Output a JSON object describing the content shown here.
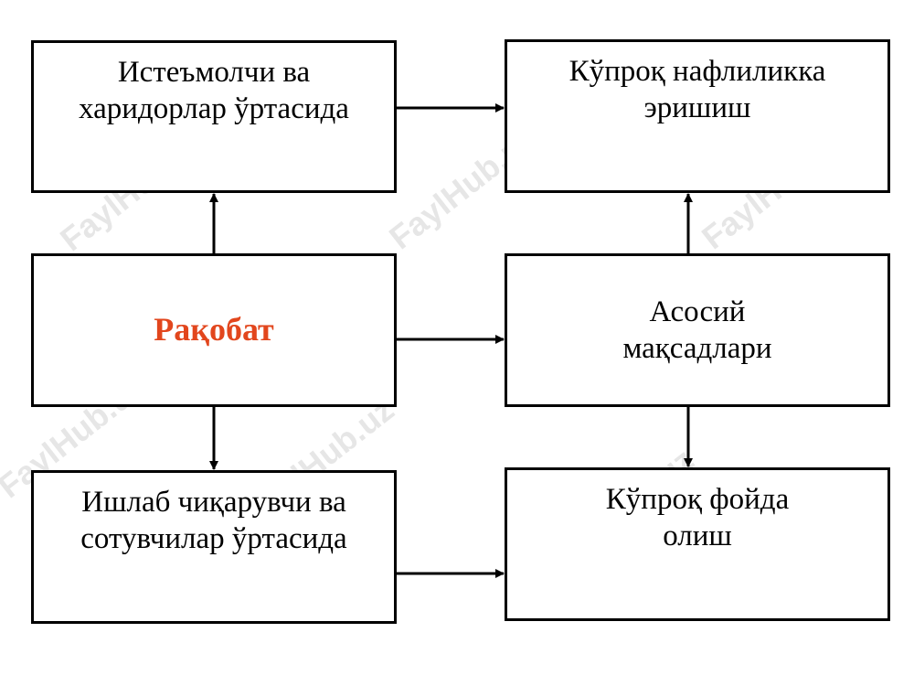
{
  "diagram": {
    "nodes": {
      "consumers": {
        "text": "Истеъмолчи ва\nхаридорлар ўртасида"
      },
      "more_utility": {
        "text": "Кўпроқ нафлиликка\nэришиш"
      },
      "competition": {
        "text": "Рақобат"
      },
      "main_goals": {
        "text": "Асосий\nмақсадлари"
      },
      "producers": {
        "text": "Ишлаб чиқарувчи ва\nсотувчилар ўртасида"
      },
      "more_profit": {
        "text": "Кўпроқ фойда\nолиш"
      }
    },
    "edges": [
      {
        "from": "competition",
        "to": "consumers"
      },
      {
        "from": "competition",
        "to": "producers"
      },
      {
        "from": "competition",
        "to": "main_goals"
      },
      {
        "from": "main_goals",
        "to": "more_utility"
      },
      {
        "from": "main_goals",
        "to": "more_profit"
      },
      {
        "from": "consumers",
        "to": "more_utility"
      },
      {
        "from": "producers",
        "to": "more_profit"
      }
    ],
    "colors": {
      "border": "#000000",
      "accent_text": "#e2461d",
      "watermark": "#8c8c8c"
    }
  },
  "watermark": {
    "text": "FaylHub.uz"
  }
}
